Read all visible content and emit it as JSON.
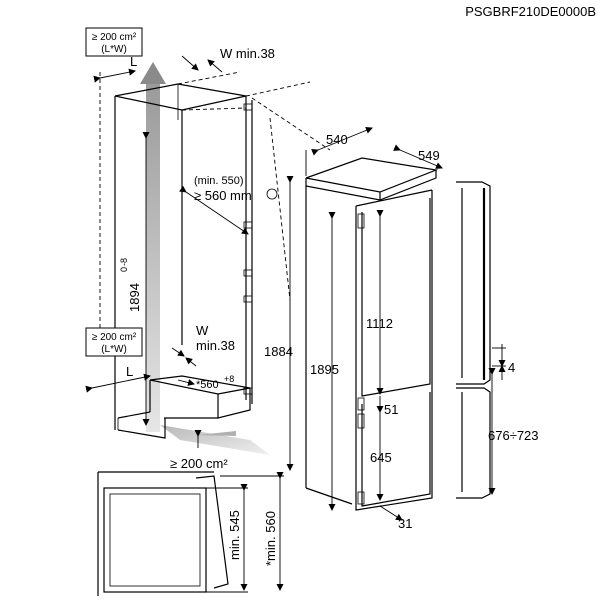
{
  "header": {
    "model_code": "PSGBRF210DE0000B"
  },
  "ventilation": {
    "top_box_line1": "≥ 200 cm²",
    "top_box_line2": "(L*W)",
    "bottom_box_line1": "≥ 200 cm²",
    "bottom_box_line2": "(L*W)",
    "floor_label": "≥ 200 cm²",
    "l_label_top": "L",
    "l_label_bottom": "L",
    "w_top": "W min.38",
    "w_bottom_line1": "W",
    "w_bottom_line2": "min.38"
  },
  "niche": {
    "height": "1894",
    "height_tol_upper": "0",
    "height_tol_lower": "-8",
    "depth_min_line1": "(min. 550)",
    "depth_min_line2": "≥ 560 mm",
    "niche_depth": "*560",
    "niche_depth_tol": "+8"
  },
  "appliance": {
    "width": "540",
    "depth": "549",
    "height_total": "1895",
    "height_door": "1884",
    "upper_door": "1112",
    "gap": "51",
    "lower_door": "645",
    "bottom": "31"
  },
  "side_view": {
    "gap": "4",
    "door_range": "676÷723"
  },
  "detail": {
    "min_545": "min. 545",
    "min_560": "*min. 560"
  },
  "colors": {
    "line": "#000000",
    "airflow": "#c8c8c8",
    "background": "#ffffff"
  }
}
